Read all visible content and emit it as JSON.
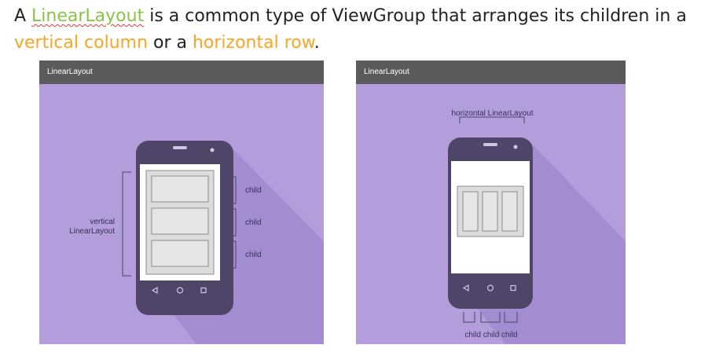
{
  "intro": {
    "prefix": "A ",
    "link": "LinearLayout",
    "middle": " is a common type of ViewGroup that arranges its children in a ",
    "vertical_phrase": "vertical column",
    "or": " or a ",
    "horizontal_phrase": "horizontal row",
    "end": "."
  },
  "left_panel": {
    "title": "LinearLayout",
    "layout_label_line1": "vertical",
    "layout_label_line2": "LinearLayout",
    "child_labels": [
      "child",
      "child",
      "child"
    ]
  },
  "right_panel": {
    "title": "LinearLayout",
    "top_label": "horizontal LinearLayout",
    "bottom_label": "child child child"
  },
  "colors": {
    "link": "#8bc34a",
    "accent": "#f5a623",
    "panel_bg": "#b39ddb",
    "title_bar": "#5b5b5b",
    "phone_body": "#4e4568"
  },
  "icons": [
    "back-icon",
    "home-icon",
    "recents-icon"
  ]
}
